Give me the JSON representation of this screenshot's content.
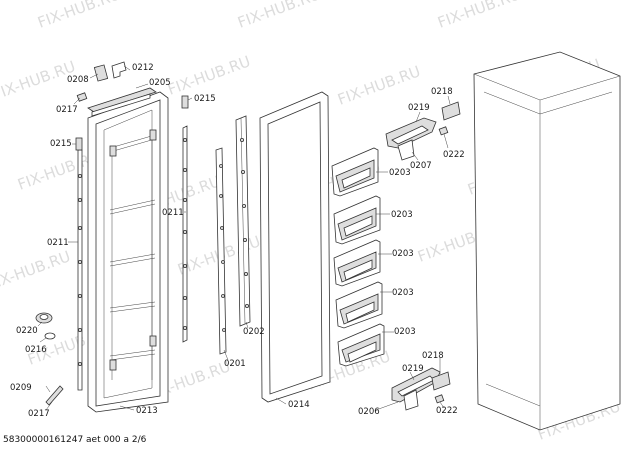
{
  "watermark": "FIX-HUB.RU",
  "labels": {
    "l0208": "0208",
    "l0212": "0212",
    "l0205": "0205",
    "l0217a": "0217",
    "l0215a": "0215",
    "l0215b": "0215",
    "l0211a": "0211",
    "l0211b": "0211",
    "l0220": "0220",
    "l0216": "0216",
    "l0209": "0209",
    "l0217b": "0217",
    "l0213": "0213",
    "l0201": "0201",
    "l0202": "0202",
    "l0214": "0214",
    "l0203a": "0203",
    "l0203b": "0203",
    "l0203c": "0203",
    "l0203d": "0203",
    "l0203e": "0203",
    "l0218a": "0218",
    "l0219a": "0219",
    "l0207": "0207",
    "l0222a": "0222",
    "l0218b": "0218",
    "l0219b": "0219",
    "l0206": "0206",
    "l0222b": "0222"
  },
  "footer": "58300000161247 aet 000 a 2/6"
}
